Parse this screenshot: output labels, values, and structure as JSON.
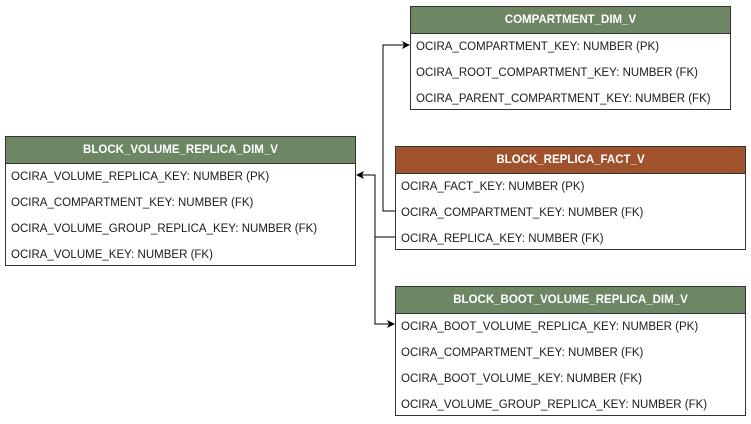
{
  "tables": {
    "compartment": {
      "title": "COMPARTMENT_DIM_V",
      "color": "#6d8764",
      "rows": [
        "OCIRA_COMPARTMENT_KEY: NUMBER (PK)",
        "OCIRA_ROOT_COMPARTMENT_KEY: NUMBER (FK)",
        "OCIRA_PARENT_COMPARTMENT_KEY: NUMBER (FK)"
      ]
    },
    "fact": {
      "title": "BLOCK_REPLICA_FACT_V",
      "color": "#a0522d",
      "rows": [
        "OCIRA_FACT_KEY: NUMBER (PK)",
        "OCIRA_COMPARTMENT_KEY: NUMBER (FK)",
        "OCIRA_REPLICA_KEY: NUMBER (FK)"
      ]
    },
    "bvr": {
      "title": "BLOCK_VOLUME_REPLICA_DIM_V",
      "color": "#6d8764",
      "rows": [
        "OCIRA_VOLUME_REPLICA_KEY: NUMBER (PK)",
        "OCIRA_COMPARTMENT_KEY: NUMBER (FK)",
        "OCIRA_VOLUME_GROUP_REPLICA_KEY: NUMBER (FK)",
        "OCIRA_VOLUME_KEY: NUMBER (FK)"
      ]
    },
    "bbvr": {
      "title": "BLOCK_BOOT_VOLUME_REPLICA_DIM_V",
      "color": "#6d8764",
      "rows": [
        "OCIRA_BOOT_VOLUME_REPLICA_KEY: NUMBER (PK)",
        "OCIRA_COMPARTMENT_KEY: NUMBER (FK)",
        "OCIRA_BOOT_VOLUME_KEY: NUMBER (FK)",
        "OCIRA_VOLUME_GROUP_REPLICA_KEY: NUMBER (FK)"
      ]
    }
  },
  "relationships": [
    {
      "from": "BLOCK_REPLICA_FACT_V.OCIRA_COMPARTMENT_KEY",
      "to": "COMPARTMENT_DIM_V.OCIRA_COMPARTMENT_KEY"
    },
    {
      "from": "BLOCK_REPLICA_FACT_V.OCIRA_REPLICA_KEY",
      "to": "BLOCK_VOLUME_REPLICA_DIM_V.OCIRA_VOLUME_REPLICA_KEY"
    },
    {
      "from": "BLOCK_REPLICA_FACT_V.OCIRA_REPLICA_KEY",
      "to": "BLOCK_BOOT_VOLUME_REPLICA_DIM_V.OCIRA_BOOT_VOLUME_REPLICA_KEY"
    }
  ],
  "colors": {
    "line": "#000000",
    "border": "#333333"
  }
}
